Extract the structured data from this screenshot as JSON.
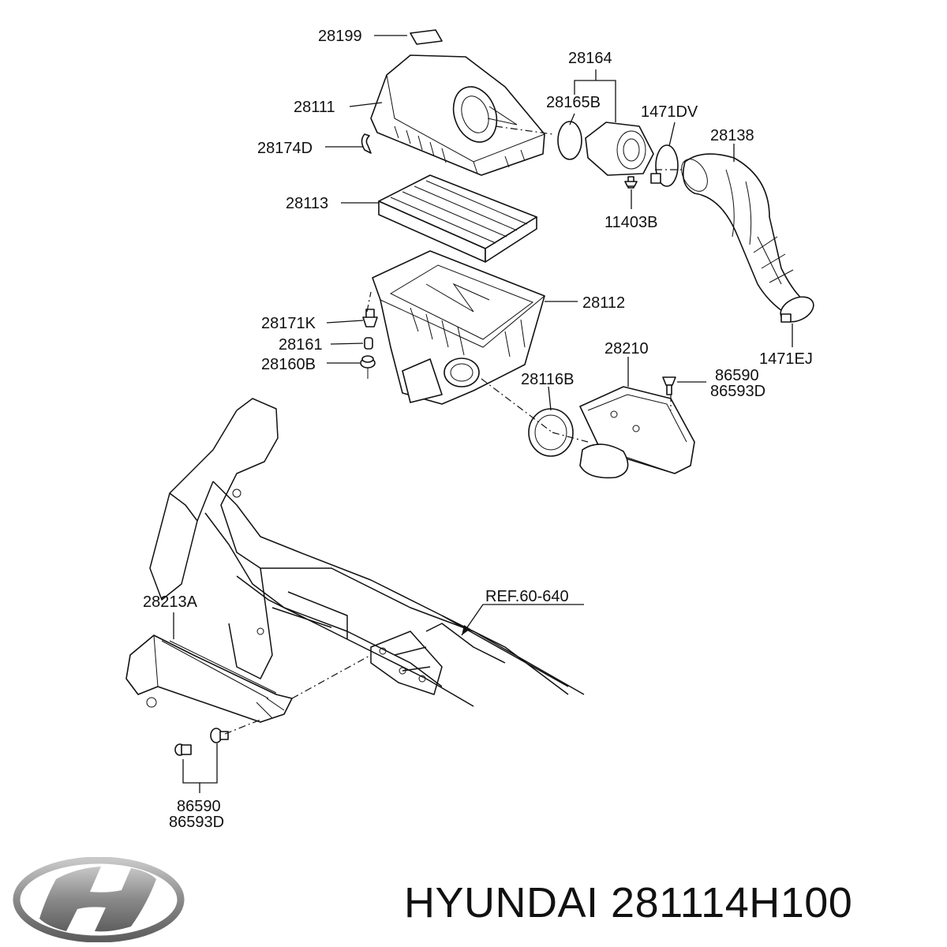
{
  "callouts": {
    "c28199": "28199",
    "c28111": "28111",
    "c28174D": "28174D",
    "c28113": "28113",
    "c28164": "28164",
    "c28165B": "28165B",
    "c1471DV": "1471DV",
    "c28138": "28138",
    "c11403B": "11403B",
    "c28112": "28112",
    "c28171K": "28171K",
    "c28161": "28161",
    "c28160B": "28160B",
    "c28210": "28210",
    "c86590a": "86590",
    "c86593Da": "86593D",
    "c28116B": "28116B",
    "c1471EJ": "1471EJ",
    "c28213A": "28213A",
    "ref": "REF.60-640",
    "c86590b": "86590",
    "c86593Db": "86593D"
  },
  "caption": {
    "brand": "HYUNDAI",
    "part_number": "281114H100"
  },
  "logo": {
    "name": "hyundai-logo",
    "color": "#8a8a8a"
  }
}
